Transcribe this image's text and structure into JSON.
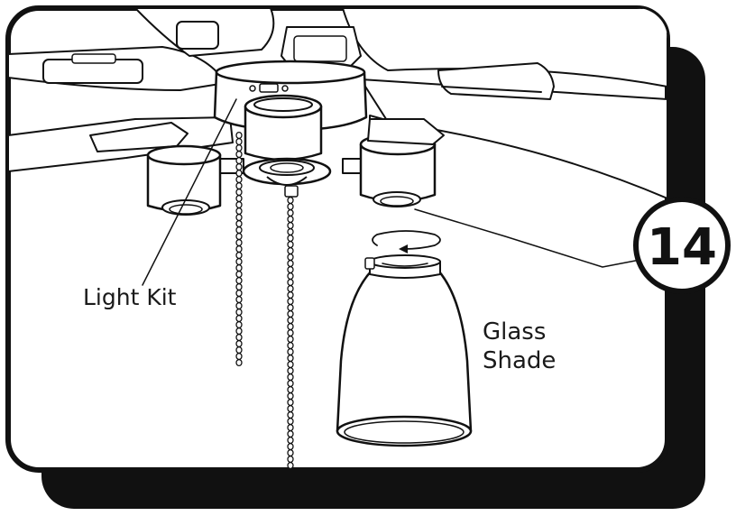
{
  "step": {
    "number": "14"
  },
  "labels": {
    "light_kit": "Light Kit",
    "glass_shade_line1": "Glass",
    "glass_shade_line2": "Shade"
  },
  "colors": {
    "ink": "#111111",
    "shadow": "#111111",
    "paper": "#ffffff"
  }
}
